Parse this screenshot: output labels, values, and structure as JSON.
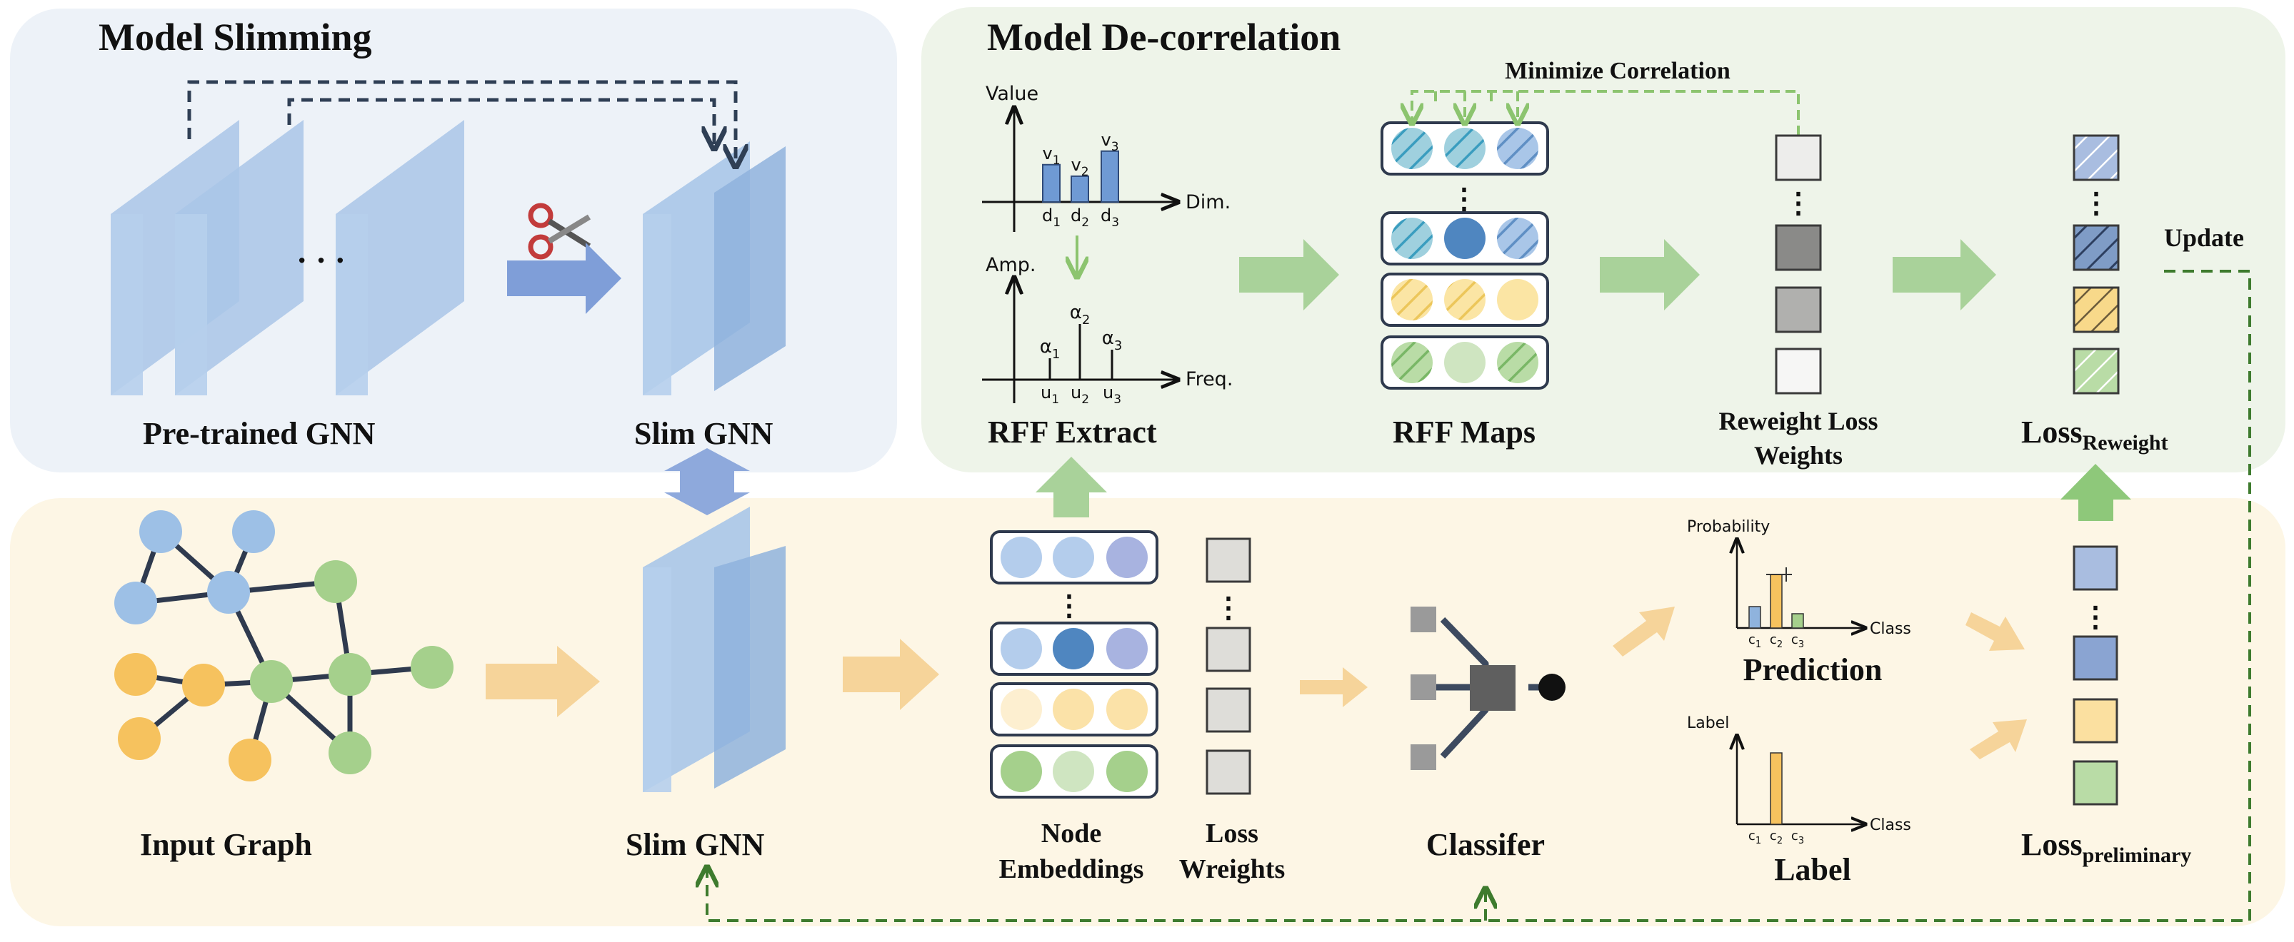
{
  "panels": {
    "slimming_title": "Model Slimming",
    "decorrelation_title": "Model De-correlation"
  },
  "labels": {
    "pretrained_gnn": "Pre-trained GNN",
    "slim_gnn_top": "Slim GNN",
    "slim_gnn_bottom": "Slim GNN",
    "input_graph": "Input Graph",
    "rff_extract": "RFF Extract",
    "rff_maps": "RFF Maps",
    "reweight_loss_weights_1": "Reweight Loss",
    "reweight_loss_weights_2": "Weights",
    "loss_reweight_main": "Loss",
    "loss_reweight_sub": "Reweight",
    "node_embeddings_1": "Node",
    "node_embeddings_2": "Embeddings",
    "loss_weights_1": "Loss",
    "loss_weights_2": "Wreights",
    "classifier": "Classifer",
    "prediction": "Prediction",
    "label": "Label",
    "loss_prelim_main": "Loss",
    "loss_prelim_sub": "preliminary",
    "minimize_correlation": "Minimize Correlation",
    "update": "Update",
    "ellipsis": "· · ·"
  },
  "rff_plot": {
    "y_top_label": "Value",
    "x_top_label": "Dim.",
    "bar_labels": [
      "v",
      "v",
      "v"
    ],
    "bar_label_subs": [
      "1",
      "2",
      "3"
    ],
    "dim_labels": [
      "d",
      "d",
      "d"
    ],
    "dim_label_subs": [
      "1",
      "2",
      "3"
    ],
    "y_bottom_label": "Amp.",
    "x_bottom_label": "Freq.",
    "alpha_labels": [
      "α",
      "α",
      "α"
    ],
    "alpha_subs": [
      "1",
      "2",
      "3"
    ],
    "u_labels": [
      "u",
      "u",
      "u"
    ],
    "u_subs": [
      "1",
      "2",
      "3"
    ]
  },
  "pred_plot": {
    "ylabel": "Probability",
    "xlabel": "Class",
    "classes": [
      "c",
      "c",
      "c"
    ],
    "class_subs": [
      "1",
      "2",
      "3"
    ],
    "values": [
      0.3,
      0.75,
      0.2
    ]
  },
  "label_plot": {
    "ylabel": "Label",
    "xlabel": "Class",
    "classes": [
      "c",
      "c",
      "c"
    ],
    "class_subs": [
      "1",
      "2",
      "3"
    ],
    "values": [
      0,
      1,
      0
    ]
  },
  "colors": {
    "blue_panel": "#edf2f8",
    "green_panel": "#eef4e9",
    "yellow_panel": "#fdf6e5",
    "layer_blue": "#a9c6e8",
    "arrow_green": "#a9d29a",
    "arrow_yellow": "#f6d49a",
    "dashed_green": "#3e7b2e"
  }
}
